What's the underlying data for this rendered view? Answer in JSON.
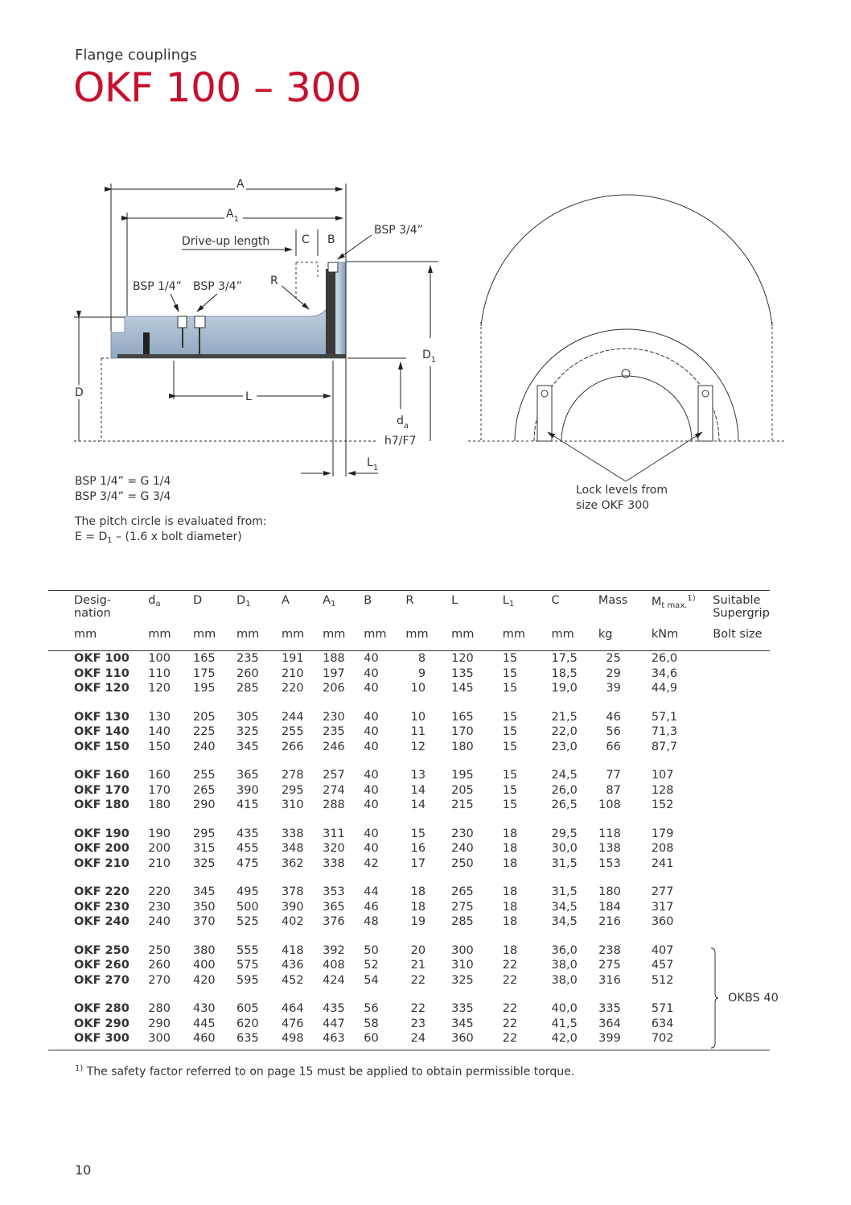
{
  "header": {
    "kicker": "Flange couplings",
    "title": "OKF 100 – 300"
  },
  "diagram": {
    "labels": {
      "a": "A",
      "a1": "A",
      "a1_sub": "1",
      "drive_up": "Drive-up length",
      "c": "C",
      "b": "B",
      "bsp34_top": "BSP 3/4”",
      "r": "R",
      "bsp14": "BSP 1/4”",
      "bsp34": "BSP 3/4”",
      "d1": "D",
      "d1_sub": "1",
      "d": "D",
      "l": "L",
      "da": "d",
      "da_sub": "a",
      "da_tol": "h7/F7",
      "l1": "L",
      "l1_sub": "1"
    }
  },
  "notes": {
    "bsp_line1": "BSP 1/4” = G 1/4",
    "bsp_line2": "BSP 3/4” = G 3/4",
    "pitch_line1": "The pitch circle is evaluated from:",
    "pitch_line2_a": "E = D",
    "pitch_line2_sub": "1",
    "pitch_line2_b": " – (1.6 x bolt diameter)",
    "lock_line1": "Lock levels from",
    "lock_line2": "size OKF 300"
  },
  "table": {
    "headers": {
      "designation_1": "Desig-",
      "designation_2": "nation",
      "da": "d",
      "da_sub": "a",
      "d": "D",
      "d1": "D",
      "d1_sub": "1",
      "a": "A",
      "a1": "A",
      "a1_sub": "1",
      "b": "B",
      "r": "R",
      "l": "L",
      "l1": "L",
      "l1_sub": "1",
      "c": "C",
      "mass": "Mass",
      "mt": "M",
      "mt_sub": "t max.",
      "mt_sup": "1)",
      "bolt_1": "Suitable",
      "bolt_2": "Supergrip",
      "bolt_3": "Bolt size"
    },
    "units": [
      "mm",
      "mm",
      "mm",
      "mm",
      "mm",
      "mm",
      "mm",
      "mm",
      "mm",
      "mm",
      "mm",
      "kg",
      "kNm",
      ""
    ],
    "groups": [
      [
        [
          "OKF 100",
          "100",
          "165",
          "235",
          "191",
          "188",
          "40",
          "8",
          "120",
          "15",
          "17,5",
          "25",
          "26,0"
        ],
        [
          "OKF 110",
          "110",
          "175",
          "260",
          "210",
          "197",
          "40",
          "9",
          "135",
          "15",
          "18,5",
          "29",
          "34,6"
        ],
        [
          "OKF 120",
          "120",
          "195",
          "285",
          "220",
          "206",
          "40",
          "10",
          "145",
          "15",
          "19,0",
          "39",
          "44,9"
        ]
      ],
      [
        [
          "OKF 130",
          "130",
          "205",
          "305",
          "244",
          "230",
          "40",
          "10",
          "165",
          "15",
          "21,5",
          "46",
          "57,1"
        ],
        [
          "OKF 140",
          "140",
          "225",
          "325",
          "255",
          "235",
          "40",
          "11",
          "170",
          "15",
          "22,0",
          "56",
          "71,3"
        ],
        [
          "OKF 150",
          "150",
          "240",
          "345",
          "266",
          "246",
          "40",
          "12",
          "180",
          "15",
          "23,0",
          "66",
          "87,7"
        ]
      ],
      [
        [
          "OKF 160",
          "160",
          "255",
          "365",
          "278",
          "257",
          "40",
          "13",
          "195",
          "15",
          "24,5",
          "77",
          "107"
        ],
        [
          "OKF 170",
          "170",
          "265",
          "390",
          "295",
          "274",
          "40",
          "14",
          "205",
          "15",
          "26,0",
          "87",
          "128"
        ],
        [
          "OKF 180",
          "180",
          "290",
          "415",
          "310",
          "288",
          "40",
          "14",
          "215",
          "15",
          "26,5",
          "108",
          "152"
        ]
      ],
      [
        [
          "OKF 190",
          "190",
          "295",
          "435",
          "338",
          "311",
          "40",
          "15",
          "230",
          "18",
          "29,5",
          "118",
          "179"
        ],
        [
          "OKF 200",
          "200",
          "315",
          "455",
          "348",
          "320",
          "40",
          "16",
          "240",
          "18",
          "30,0",
          "138",
          "208"
        ],
        [
          "OKF 210",
          "210",
          "325",
          "475",
          "362",
          "338",
          "42",
          "17",
          "250",
          "18",
          "31,5",
          "153",
          "241"
        ]
      ],
      [
        [
          "OKF 220",
          "220",
          "345",
          "495",
          "378",
          "353",
          "44",
          "18",
          "265",
          "18",
          "31,5",
          "180",
          "277"
        ],
        [
          "OKF 230",
          "230",
          "350",
          "500",
          "390",
          "365",
          "46",
          "18",
          "275",
          "18",
          "34,5",
          "184",
          "317"
        ],
        [
          "OKF 240",
          "240",
          "370",
          "525",
          "402",
          "376",
          "48",
          "19",
          "285",
          "18",
          "34,5",
          "216",
          "360"
        ]
      ],
      [
        [
          "OKF 250",
          "250",
          "380",
          "555",
          "418",
          "392",
          "50",
          "20",
          "300",
          "18",
          "36,0",
          "238",
          "407"
        ],
        [
          "OKF 260",
          "260",
          "400",
          "575",
          "436",
          "408",
          "52",
          "21",
          "310",
          "22",
          "38,0",
          "275",
          "457"
        ],
        [
          "OKF 270",
          "270",
          "420",
          "595",
          "452",
          "424",
          "54",
          "22",
          "325",
          "22",
          "38,0",
          "316",
          "512"
        ]
      ],
      [
        [
          "OKF 280",
          "280",
          "430",
          "605",
          "464",
          "435",
          "56",
          "22",
          "335",
          "22",
          "40,0",
          "335",
          "571"
        ],
        [
          "OKF 290",
          "290",
          "445",
          "620",
          "476",
          "447",
          "58",
          "23",
          "345",
          "22",
          "41,5",
          "364",
          "634"
        ],
        [
          "OKF 300",
          "300",
          "460",
          "635",
          "498",
          "463",
          "60",
          "24",
          "360",
          "22",
          "42,0",
          "399",
          "702"
        ]
      ]
    ],
    "bolt_size": "OKBS 40"
  },
  "footnote": {
    "marker": "1)",
    "text": " The safety factor referred to on page 15 must be applied to obtain permissible torque."
  },
  "page_number": "10"
}
